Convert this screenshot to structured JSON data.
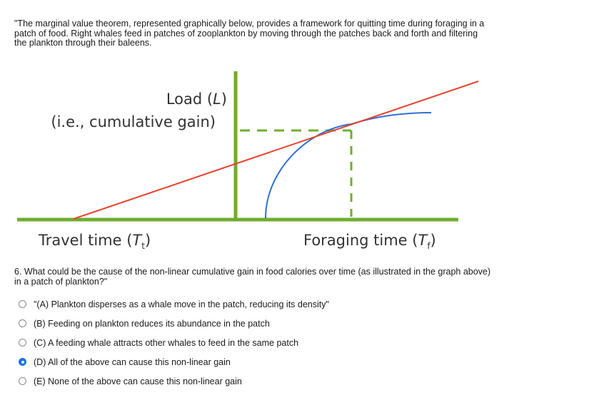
{
  "intro_text": "\"The marginal value theorem, represented graphically below, provides a framework for quitting time during foraging in a patch of food. Right whales feed in patches of zooplankton by moving through the patches back and forth and filtering the plankton through their baleens.",
  "diagram": {
    "y_label_line1_prefix": "Load (",
    "y_label_line1_var": "L",
    "y_label_line1_suffix": ")",
    "y_label_line2": "(i.e., cumulative gain)",
    "x_label_left_prefix": "Travel time (",
    "x_label_left_var": "T",
    "x_label_left_sub": "t",
    "x_label_left_suffix": ")",
    "x_label_right_prefix": "Foraging time (",
    "x_label_right_var": "T",
    "x_label_right_sub": "f",
    "x_label_right_suffix": ")",
    "colors": {
      "axes": "#70ad2f",
      "tangent": "#e8412b",
      "gain_curve": "#2e6fd1",
      "guides": "#70ad2f"
    }
  },
  "question": {
    "text": "6. What could be the cause of the non-linear cumulative gain in food calories over time (as illustrated in the graph above) in a patch of plankton?\"",
    "options": [
      {
        "label": "\"(A) Plankton disperses as a whale move in the patch, reducing its density\"",
        "selected": false
      },
      {
        "label": "(B) Feeding on plankton reduces its abundance in the patch",
        "selected": false
      },
      {
        "label": "(C) A feeding whale attracts other whales to feed in the same patch",
        "selected": false
      },
      {
        "label": "(D) All of the above can cause this non-linear gain",
        "selected": true
      },
      {
        "label": "(E) None of the above can cause this non-linear gain",
        "selected": false
      }
    ]
  }
}
